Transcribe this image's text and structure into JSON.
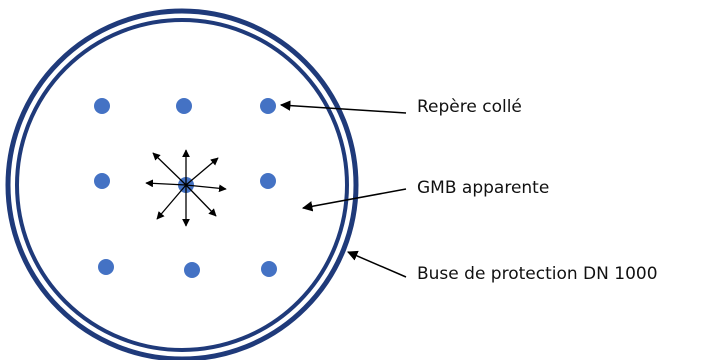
{
  "labels": {
    "marker": "Repère collé",
    "membrane": "GMB apparente",
    "pipe": "Buse de protection DN 1000"
  },
  "colors": {
    "pipe_ring": "#1f3a7a",
    "marker_dot": "#4472c4",
    "arrow": "#000000",
    "text": "#111111"
  },
  "marker_grid": {
    "rows": 3,
    "cols": 3,
    "center_marker_has_radial_arrows": true,
    "radial_arrow_count": 8
  }
}
